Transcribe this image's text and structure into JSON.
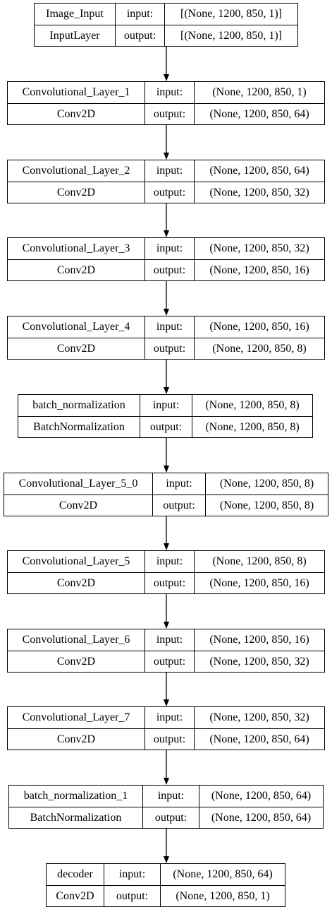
{
  "diagram": {
    "nodes": [
      {
        "name": "Image_Input",
        "class": "InputLayer",
        "input_label": "input:",
        "output_label": "output:",
        "input_shape": "[(None, 1200, 850, 1)]",
        "output_shape": "[(None, 1200, 850, 1)]"
      },
      {
        "name": "Convolutional_Layer_1",
        "class": "Conv2D",
        "input_label": "input:",
        "output_label": "output:",
        "input_shape": "(None, 1200, 850, 1)",
        "output_shape": "(None, 1200, 850, 64)"
      },
      {
        "name": "Convolutional_Layer_2",
        "class": "Conv2D",
        "input_label": "input:",
        "output_label": "output:",
        "input_shape": "(None, 1200, 850, 64)",
        "output_shape": "(None, 1200, 850, 32)"
      },
      {
        "name": "Convolutional_Layer_3",
        "class": "Conv2D",
        "input_label": "input:",
        "output_label": "output:",
        "input_shape": "(None, 1200, 850, 32)",
        "output_shape": "(None, 1200, 850, 16)"
      },
      {
        "name": "Convolutional_Layer_4",
        "class": "Conv2D",
        "input_label": "input:",
        "output_label": "output:",
        "input_shape": "(None, 1200, 850, 16)",
        "output_shape": "(None, 1200, 850, 8)"
      },
      {
        "name": "batch_normalization",
        "class": "BatchNormalization",
        "input_label": "input:",
        "output_label": "output:",
        "input_shape": "(None, 1200, 850, 8)",
        "output_shape": "(None, 1200, 850, 8)"
      },
      {
        "name": "Convolutional_Layer_5_0",
        "class": "Conv2D",
        "input_label": "input:",
        "output_label": "output:",
        "input_shape": "(None, 1200, 850, 8)",
        "output_shape": "(None, 1200, 850, 8)"
      },
      {
        "name": "Convolutional_Layer_5",
        "class": "Conv2D",
        "input_label": "input:",
        "output_label": "output:",
        "input_shape": "(None, 1200, 850, 8)",
        "output_shape": "(None, 1200, 850, 16)"
      },
      {
        "name": "Convolutional_Layer_6",
        "class": "Conv2D",
        "input_label": "input:",
        "output_label": "output:",
        "input_shape": "(None, 1200, 850, 16)",
        "output_shape": "(None, 1200, 850, 32)"
      },
      {
        "name": "Convolutional_Layer_7",
        "class": "Conv2D",
        "input_label": "input:",
        "output_label": "output:",
        "input_shape": "(None, 1200, 850, 32)",
        "output_shape": "(None, 1200, 850, 64)"
      },
      {
        "name": "batch_normalization_1",
        "class": "BatchNormalization",
        "input_label": "input:",
        "output_label": "output:",
        "input_shape": "(None, 1200, 850, 64)",
        "output_shape": "(None, 1200, 850, 64)"
      },
      {
        "name": "decoder",
        "class": "Conv2D",
        "input_label": "input:",
        "output_label": "output:",
        "input_shape": "(None, 1200, 850, 64)",
        "output_shape": "(None, 1200, 850, 1)"
      }
    ],
    "edges": [
      {
        "from": 0,
        "to": 1
      },
      {
        "from": 1,
        "to": 2
      },
      {
        "from": 2,
        "to": 3
      },
      {
        "from": 3,
        "to": 4
      },
      {
        "from": 4,
        "to": 5
      },
      {
        "from": 5,
        "to": 6
      },
      {
        "from": 6,
        "to": 7
      },
      {
        "from": 7,
        "to": 8
      },
      {
        "from": 8,
        "to": 9
      },
      {
        "from": 9,
        "to": 10
      },
      {
        "from": 10,
        "to": 11
      }
    ],
    "colors": {
      "stroke": "#000000",
      "background": "#ffffff",
      "text": "#000000"
    }
  }
}
